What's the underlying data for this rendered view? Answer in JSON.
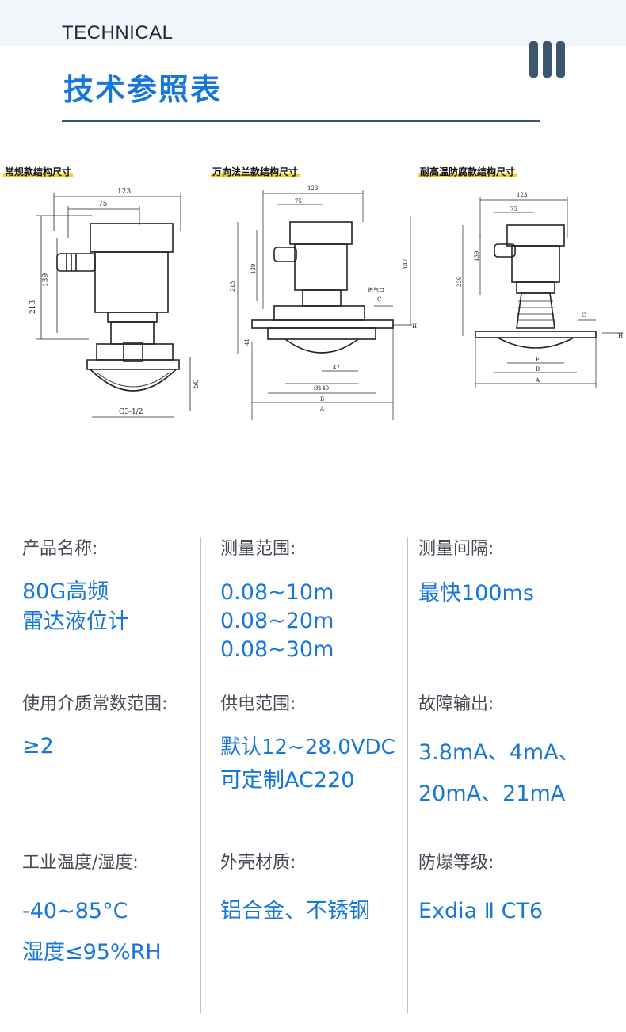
{
  "header": {
    "eyebrow": "TECHNICAL",
    "title": "技术参照表",
    "menu_icon": "three-bars-icon"
  },
  "drawings": {
    "standard": {
      "label": "常规款结构尺寸",
      "dims": [
        "123",
        "75",
        "139",
        "213",
        "50",
        "G3-1/2"
      ]
    },
    "flange": {
      "label": "万向法兰款结构尺寸",
      "dims": [
        "123",
        "75",
        "139",
        "213",
        "147",
        "41",
        "47",
        "Ø140",
        "B",
        "A",
        "C",
        "H",
        "进气口"
      ]
    },
    "high_temp": {
      "label": "耐高温防腐款结构尺寸",
      "dims": [
        "123",
        "75",
        "139",
        "239",
        "C",
        "H",
        "F",
        "B",
        "A"
      ]
    }
  },
  "specs": [
    {
      "label": "产品名称:",
      "lines": [
        "80G高频",
        "雷达液位计"
      ]
    },
    {
      "label": "测量范围:",
      "lines": [
        "0.08~10m",
        "0.08~20m",
        "0.08~30m"
      ]
    },
    {
      "label": "测量间隔:",
      "lines": [
        "最快100ms"
      ]
    },
    {
      "label": "使用介质常数范围:",
      "lines": [
        "≥2"
      ]
    },
    {
      "label": "供电范围:",
      "lines": [
        "默认12~28.0VDC",
        "可定制AC220"
      ]
    },
    {
      "label": "故障输出:",
      "lines": [
        "3.8mA、4mA、",
        "20mA、21mA"
      ]
    },
    {
      "label": "工业温度/湿度:",
      "lines": [
        "-40~85°C",
        "湿度≤95%RH"
      ]
    },
    {
      "label": "外壳材质:",
      "lines": [
        "铝合金、不锈钢"
      ]
    },
    {
      "label": "防爆等级:",
      "lines": [
        "Exdia Ⅱ CT6"
      ]
    }
  ]
}
